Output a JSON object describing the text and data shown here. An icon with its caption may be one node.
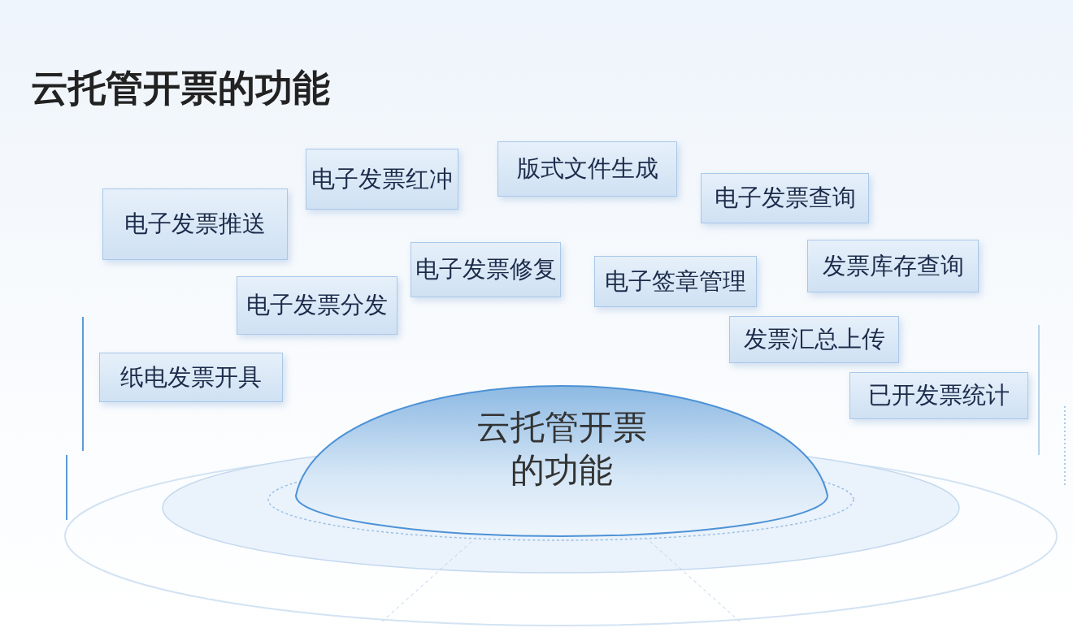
{
  "diagram": {
    "title": "云托管开票的功能",
    "nodes": [
      {
        "text": [
          "版式文件生成"
        ]
      },
      {
        "text": [
          "电子发票红冲"
        ]
      },
      {
        "text": [
          "电子发票查询"
        ]
      },
      {
        "text": [
          "电子发票推送"
        ]
      },
      {
        "text": [
          "发票库存查询"
        ]
      },
      {
        "text": [
          "电子发票修复"
        ]
      },
      {
        "text": [
          "电子签章管理"
        ]
      },
      {
        "text": [
          "电子发票分发"
        ]
      },
      {
        "text": [
          "发票汇总上传"
        ]
      },
      {
        "text": [
          "纸电发票开具"
        ]
      },
      {
        "text": [
          "已开发票统计"
        ]
      },
      {
        "text": [
          "云托管开票的功能"
        ]
      }
    ]
  }
}
